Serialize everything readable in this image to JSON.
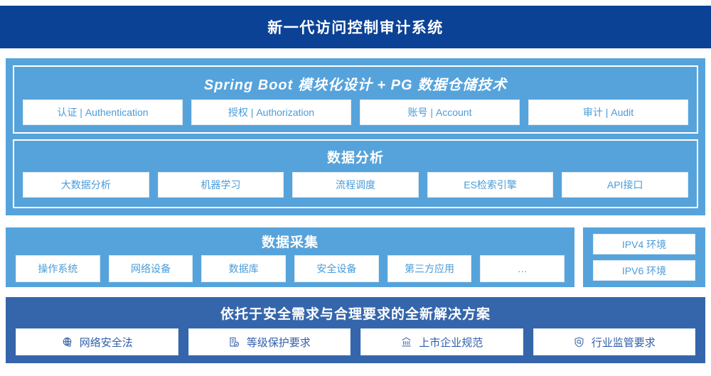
{
  "header": {
    "title": "新一代访问控制审计系统",
    "bg": "#0b4296"
  },
  "colors": {
    "light_blue": "#56a3dc",
    "mid_blue": "#3566ac",
    "navy": "#0b4296",
    "card_text": "#4a9cd8",
    "solution_card_text": "#2f5fa8"
  },
  "platform": {
    "springboot": {
      "title": "Spring Boot 模块化设计 + PG 数据仓储技术",
      "cards": [
        {
          "label": "认证 | Authentication"
        },
        {
          "label": "授权 | Authorization"
        },
        {
          "label": "账号 | Account"
        },
        {
          "label": "审计 | Audit"
        }
      ]
    },
    "analysis": {
      "title": "数据分析",
      "cards": [
        {
          "label": "大数据分析"
        },
        {
          "label": "机器学习"
        },
        {
          "label": "流程调度"
        },
        {
          "label": "ES检索引擎"
        },
        {
          "label": "API接口"
        }
      ]
    }
  },
  "collection": {
    "title": "数据采集",
    "cards": [
      {
        "label": "操作系统"
      },
      {
        "label": "网络设备"
      },
      {
        "label": "数据库"
      },
      {
        "label": "安全设备"
      },
      {
        "label": "第三方应用"
      },
      {
        "label": "…"
      }
    ]
  },
  "environments": {
    "items": [
      {
        "label": "IPV4 环境"
      },
      {
        "label": "IPV6 环境"
      }
    ]
  },
  "solution": {
    "title": "依托于安全需求与合理要求的全新解决方案",
    "cards": [
      {
        "label": "网络安全法",
        "icon": "globe-icon"
      },
      {
        "label": "等级保护要求",
        "icon": "document-check-icon"
      },
      {
        "label": "上市企业规范",
        "icon": "bank-icon"
      },
      {
        "label": "行业监管要求",
        "icon": "shield-search-icon"
      }
    ]
  }
}
